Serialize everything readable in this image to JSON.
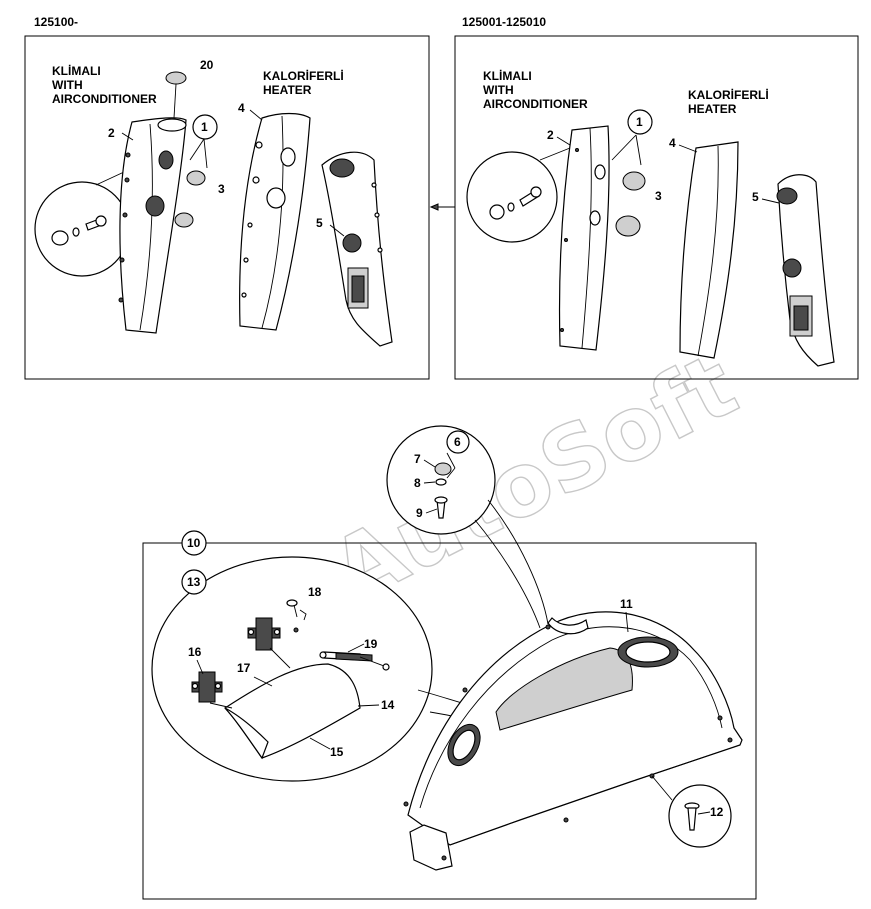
{
  "left_panel": {
    "range": "125100-",
    "climate_label_tr": "KLİMALI",
    "climate_label_with": "WITH",
    "climate_label_en": "AIRCONDITIONER",
    "heater_label_tr": "KALORİFERLİ",
    "heater_label_en": "HEATER"
  },
  "right_panel": {
    "range": "125001-125010",
    "climate_label_tr": "KLİMALI",
    "climate_label_with": "WITH",
    "climate_label_en": "AIRCONDITIONER",
    "heater_label_tr": "KALORİFERLİ",
    "heater_label_en": "HEATER"
  },
  "callouts": {
    "n1": "1",
    "n2": "2",
    "n3": "3",
    "n4": "4",
    "n5": "5",
    "n6": "6",
    "n7": "7",
    "n8": "8",
    "n9": "9",
    "n10": "10",
    "n11": "11",
    "n12": "12",
    "n13": "13",
    "n14": "14",
    "n15": "15",
    "n16": "16",
    "n17": "17",
    "n18": "18",
    "n19": "19",
    "n20": "20"
  },
  "watermark": "AutoSoft"
}
